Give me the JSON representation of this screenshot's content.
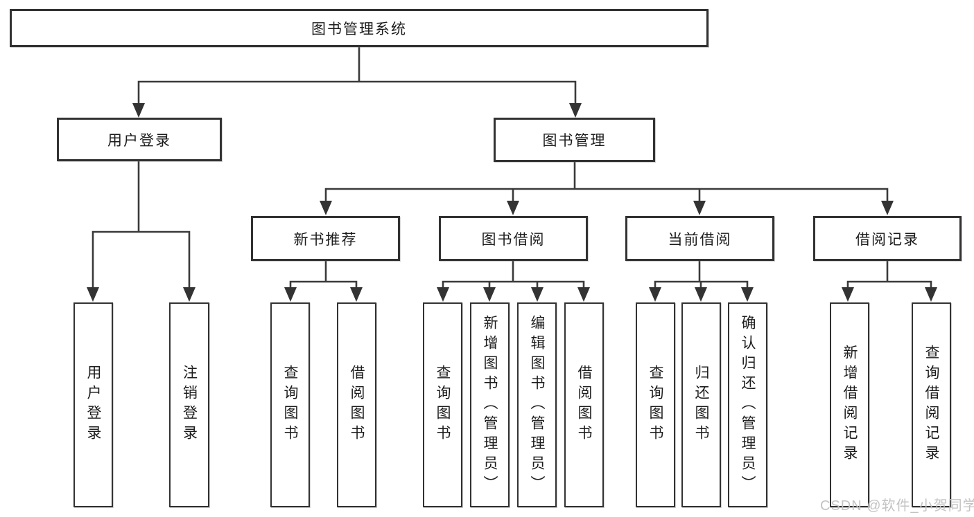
{
  "diagram": {
    "type": "tree-structure-chart",
    "colors": {
      "box_border": "#323232",
      "connector_line": "#3a3a3a",
      "arrowhead": "#333333",
      "text": "#1c1c1c",
      "watermark_text": "#c3c3c3",
      "background": "#ffffff"
    },
    "tree": {
      "root": {
        "label": "图书管理系统"
      },
      "children": [
        {
          "label": "用户登录",
          "children": [
            {
              "label": "用户登录"
            },
            {
              "label": "注销登录"
            }
          ]
        },
        {
          "label": "图书管理",
          "children": [
            {
              "label": "新书推荐",
              "children": [
                {
                  "label": "查询图书"
                },
                {
                  "label": "借阅图书"
                }
              ]
            },
            {
              "label": "图书借阅",
              "children": [
                {
                  "label": "查询图书"
                },
                {
                  "label": "新增图书（管理员）"
                },
                {
                  "label": "编辑图书（管理员）"
                },
                {
                  "label": "借阅图书"
                }
              ]
            },
            {
              "label": "当前借阅",
              "children": [
                {
                  "label": "查询图书"
                },
                {
                  "label": "归还图书"
                },
                {
                  "label": "确认归还（管理员）"
                }
              ]
            },
            {
              "label": "借阅记录",
              "children": [
                {
                  "label": "新增借阅记录"
                },
                {
                  "label": "查询借阅记录"
                }
              ]
            }
          ]
        }
      ]
    }
  },
  "watermark": {
    "text": "CSDN @软件_小贺同学"
  }
}
